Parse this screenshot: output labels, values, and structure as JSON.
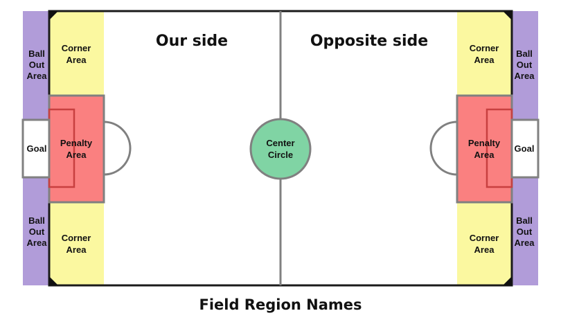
{
  "sides": {
    "left": "Our side",
    "right": "Opposite side"
  },
  "regions": {
    "corner_area": [
      "Corner",
      "Area"
    ],
    "ball_out_area": [
      "Ball",
      "Out",
      "Area"
    ],
    "goal": "Goal",
    "penalty_area": [
      "Penalty",
      "Area"
    ],
    "center_circle": [
      "Center",
      "Circle"
    ]
  },
  "caption": "Field Region Names",
  "colors": {
    "ball_out_area": "#b19cd9",
    "corner_area": "#fbf8a0",
    "penalty_area": "#fa8080",
    "center_circle": "#80d4a4",
    "field_line": "#808080",
    "border": "#111111"
  }
}
